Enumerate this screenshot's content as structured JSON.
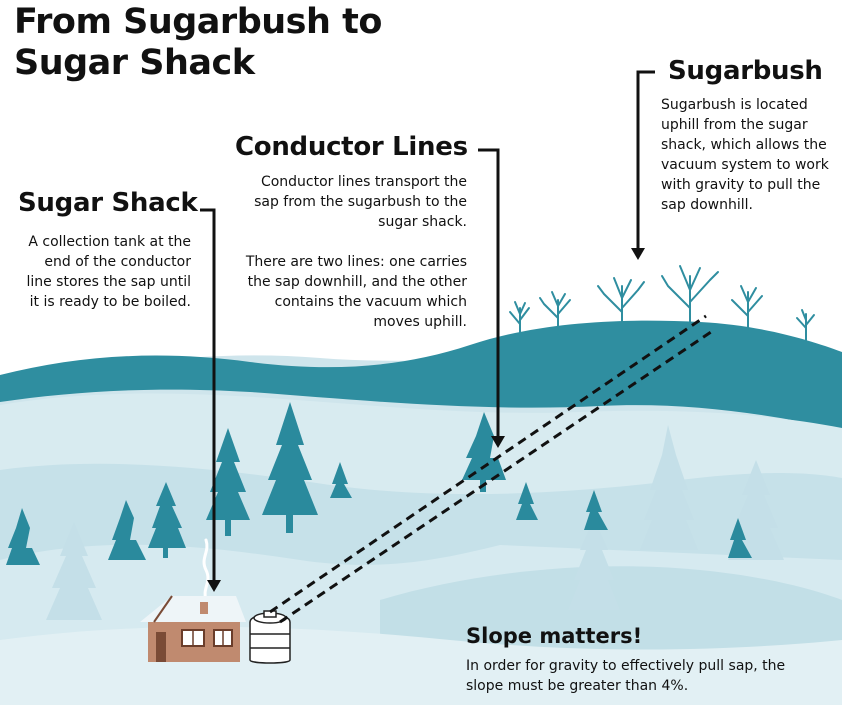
{
  "title": "From Sugarbush to Sugar Shack",
  "sugar_shack": {
    "heading": "Sugar Shack",
    "text": "A collection tank at the end of the conductor line stores the sap until it is ready to be boiled."
  },
  "conductor_lines": {
    "heading": "Conductor Lines",
    "text1": "Conductor lines transport the sap from the sugarbush to the sugar shack.",
    "text2": "There are two lines: one carries the sap downhill, and the other contains the vacuum which moves uphill."
  },
  "sugarbush": {
    "heading": "Sugarbush",
    "text": "Sugarbush is located uphill from the sugar shack, which allows the vacuum system to work with gravity to pull the sap downhill."
  },
  "slope": {
    "heading": "Slope matters!",
    "text": "In order for gravity to effectively pull sap, the slope must be greater than 4%."
  },
  "colors": {
    "teal": "#2f8ea0",
    "dark_teal": "#2a7f92",
    "pale_blue": "#d9ecf1",
    "light_blue": "#bcdce5",
    "house_wall": "#c08a6f",
    "arrow": "#111111"
  }
}
